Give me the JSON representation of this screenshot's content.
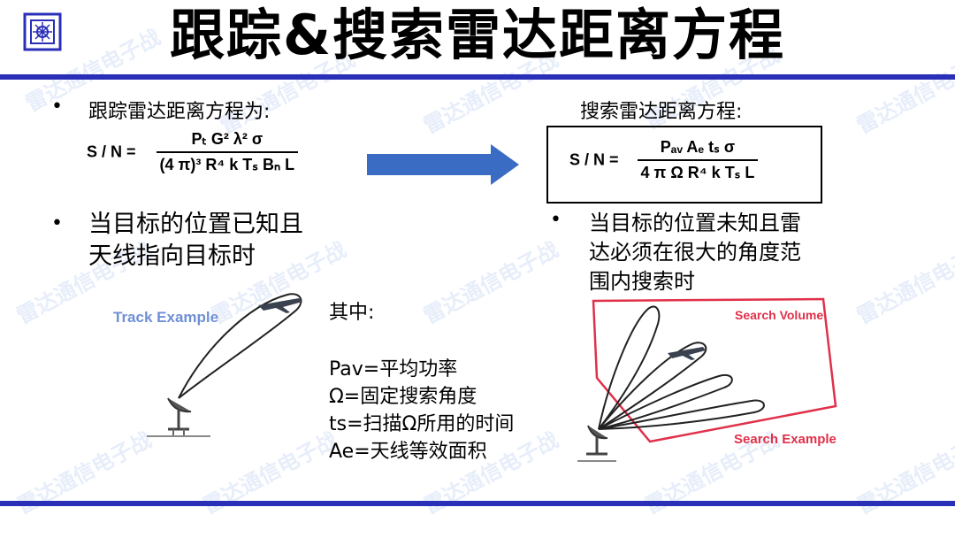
{
  "title": "跟踪&搜索雷达距离方程",
  "left": {
    "bullet1": "跟踪雷达距离方程为:",
    "formula": {
      "lhs": "S / N =",
      "num": "Pₜ G² λ² σ",
      "den": "(4 π)³ R⁴ k Tₛ Bₙ L"
    },
    "bullet2_line1": "当目标的位置已知且",
    "bullet2_line2": "天线指向目标时",
    "figure_label": "Track Example"
  },
  "right": {
    "heading": "搜索雷达距离方程:",
    "formula": {
      "lhs": "S / N =",
      "num": "Pₐᵥ Aₑ tₛ σ",
      "den": "4 π Ω  R⁴ k Tₛ  L"
    },
    "bullet_line1": "当目标的位置未知且雷",
    "bullet_line2": "达必须在很大的角度范",
    "bullet_line3": "围内搜索时",
    "figure_label_top": "Search Volume",
    "figure_label_bottom": "Search Example"
  },
  "middle": {
    "where": "其中:",
    "lines": [
      "Pav=平均功率",
      "Ω=固定搜索角度",
      "ts=扫描Ω所用的时间",
      "Ae=天线等效面积"
    ]
  },
  "watermark": "雷达通信电子战",
  "colors": {
    "rule": "#2a2fb7",
    "arrow": "#3b6cc4",
    "search_volume": "#e0304a",
    "track_label": "#6f8fd6"
  }
}
